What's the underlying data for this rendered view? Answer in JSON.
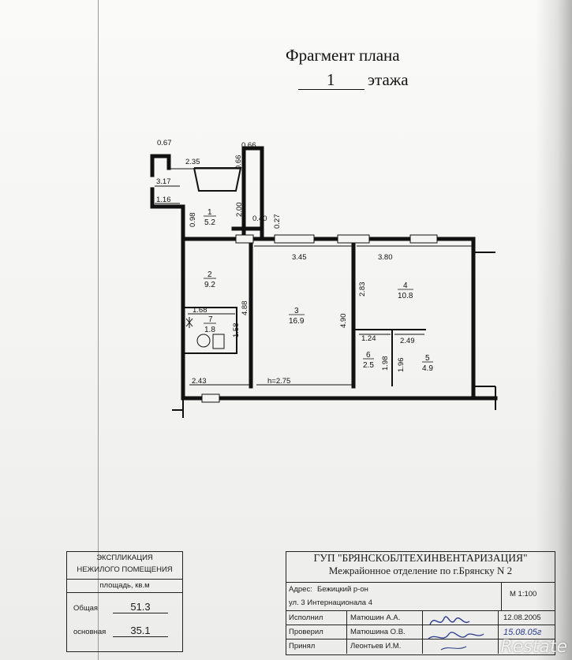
{
  "title": {
    "line1": "Фрагмент плана",
    "floor_number": "1",
    "line2": "этажа"
  },
  "plan": {
    "ceiling_height": "h=2.75",
    "dimensions": {
      "d067": "0.67",
      "d066": "0.66",
      "d235": "2.35",
      "d066v": "0.66",
      "d317": "3.17",
      "d116": "1.16",
      "d098": "0.98",
      "d200": "2.00",
      "d040": "0.40",
      "d027": "0.27",
      "d345": "3.45",
      "d380": "3.80",
      "d488": "4.88",
      "d490": "4.90",
      "d283": "2.83",
      "d168": "1.68",
      "d158": "1.58",
      "d124": "1.24",
      "d249": "2.49",
      "d198": "1.98",
      "d196": "1.96",
      "d243": "2.43"
    },
    "rooms": [
      {
        "num": "1",
        "area": "5.2"
      },
      {
        "num": "2",
        "area": "9.2"
      },
      {
        "num": "3",
        "area": "16.9"
      },
      {
        "num": "4",
        "area": "10.8"
      },
      {
        "num": "5",
        "area": "4.9"
      },
      {
        "num": "6",
        "area": "2.5"
      },
      {
        "num": "7",
        "area": "1.8"
      }
    ]
  },
  "explication": {
    "title1": "ЭКСПЛИКАЦИЯ",
    "title2": "НЕЖИЛОГО ПОМЕЩЕНИЯ",
    "subtitle": "площадь, кв.м",
    "total_label": "Общая",
    "total_value": "51.3",
    "main_label": "основная",
    "main_value": "35.1"
  },
  "stamp": {
    "org": "ГУП \"БРЯНСКОБЛТЕХИНВЕНТАРИЗАЦИЯ\"",
    "dept": "Межрайонное отделение по г.Брянску N 2",
    "address_label": "Адрес:",
    "address_district": "Бежицкий р-он",
    "scale": "М 1:100",
    "street": "ул. 3 Интернационала 4",
    "executed_label": "Исполнил",
    "executed_name": "Матюшин А.А.",
    "executed_date": "12.08.2005",
    "checked_label": "Проверил",
    "checked_name": "Матюшина О.В.",
    "checked_date": "15.08.05г",
    "accepted_label": "Принял",
    "accepted_name": "Леонтьев И.М."
  },
  "watermark": "Restate"
}
